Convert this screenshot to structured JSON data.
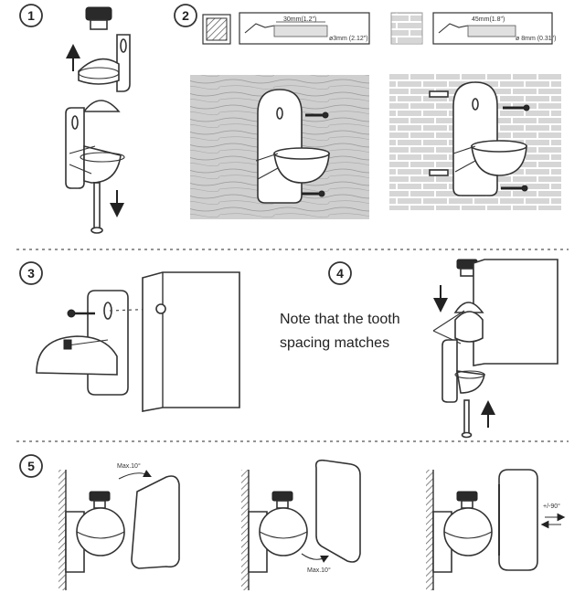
{
  "steps": [
    {
      "number": "1"
    },
    {
      "number": "2"
    },
    {
      "number": "3"
    },
    {
      "number": "4"
    },
    {
      "number": "5"
    }
  ],
  "step2": {
    "wood_spec": {
      "length": "30mm(1.2\")",
      "diameter": "ø3mm (2.12\")"
    },
    "brick_spec": {
      "length": "45mm(1.8\")",
      "diameter": "ø 8mm (0.31\")"
    }
  },
  "step4": {
    "note_line1": "Note that the tooth",
    "note_line2": "spacing matches"
  },
  "step5": {
    "tilt_up_label": "Max.10°",
    "tilt_down_label": "Max.10°",
    "rotate_label": "+/-90°"
  }
}
